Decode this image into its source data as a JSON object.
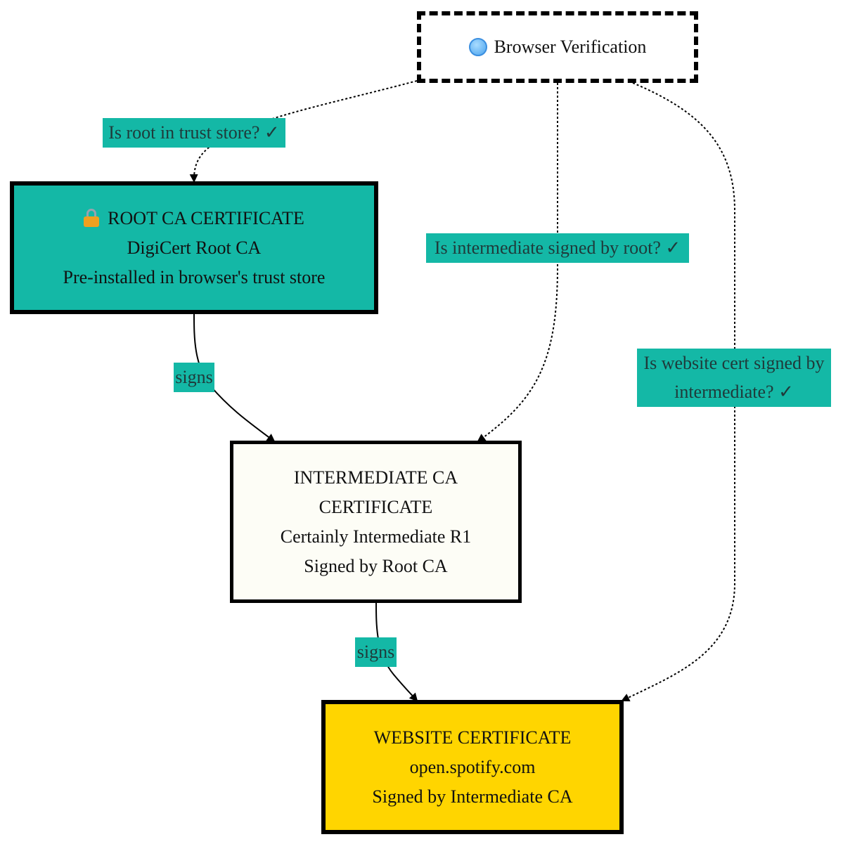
{
  "nodes": {
    "browser": {
      "icon": "globe-icon",
      "title": "Browser Verification"
    },
    "root": {
      "icon": "lock-icon",
      "title": "ROOT CA CERTIFICATE",
      "line2": "DigiCert Root CA",
      "line3": "Pre-installed in browser's trust store"
    },
    "intermediate": {
      "title_line1": "INTERMEDIATE CA",
      "title_line2": "CERTIFICATE",
      "line3": "Certainly Intermediate R1",
      "line4": "Signed by Root CA"
    },
    "website": {
      "title": "WEBSITE CERTIFICATE",
      "line2": "open.spotify.com",
      "line3": "Signed by Intermediate CA"
    }
  },
  "edges": {
    "browser_to_root": "Is root in trust store? ✓",
    "browser_to_intermediate": "Is intermediate signed by root? ✓",
    "browser_to_website_line1": "Is website cert signed by",
    "browser_to_website_line2": "intermediate? ✓",
    "root_to_intermediate": "signs",
    "intermediate_to_website": "signs"
  },
  "colors": {
    "root_fill": "#14b8a6",
    "intermediate_fill": "#fdfdf6",
    "website_fill": "#ffd500",
    "edge_label_fill": "#14b8a6"
  }
}
